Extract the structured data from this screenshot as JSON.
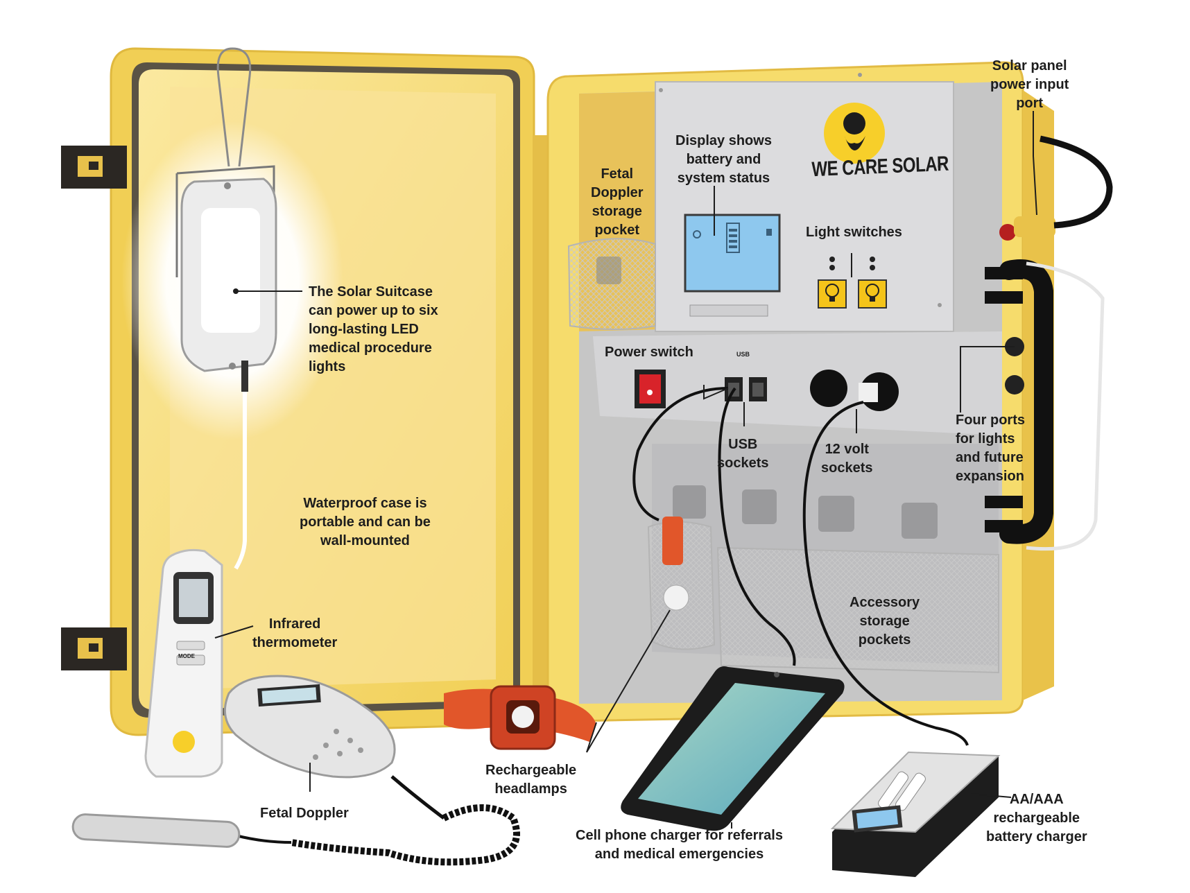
{
  "labels": {
    "solar_input": [
      "Solar panel",
      "power input",
      "port"
    ],
    "display": [
      "Display shows",
      "battery and",
      "system status"
    ],
    "fetal_pocket": [
      "Fetal",
      "Doppler",
      "storage",
      "pocket"
    ],
    "light_switches": [
      "Light switches"
    ],
    "led_lights": [
      "The Solar Suitcase",
      "can power up to six",
      "long-lasting LED",
      "medical procedure",
      "lights"
    ],
    "power_switch": [
      "Power switch"
    ],
    "usb": [
      "USB",
      "sockets"
    ],
    "volt12": [
      "12 volt",
      "sockets"
    ],
    "four_ports": [
      "Four ports",
      "for lights",
      "and future",
      "expansion"
    ],
    "waterproof": [
      "Waterproof case is",
      "portable and can be",
      "wall-mounted"
    ],
    "thermometer": [
      "Infrared",
      "thermometer"
    ],
    "accessory": [
      "Accessory",
      "storage",
      "pockets"
    ],
    "headlamps": [
      "Rechargeable",
      "headlamps"
    ],
    "fetal_doppler": [
      "Fetal Doppler"
    ],
    "cell_charger": [
      "Cell phone charger for referrals",
      "and medical emergencies"
    ],
    "battery_charger": [
      "AA/AAA",
      "rechargeable",
      "battery charger"
    ]
  },
  "brand": {
    "logo_text": "WE CARE SOLAR",
    "usb_symbol": "USB",
    "thermo_mode": "MODE"
  },
  "colors": {
    "case_yellow": "#f6dc6c",
    "case_edge": "#e9c24a",
    "panel_gray": "#d9d9db",
    "display_blue": "#8ec8ee",
    "power_red": "#d8232a",
    "headlamp_orange": "#e1562a"
  }
}
